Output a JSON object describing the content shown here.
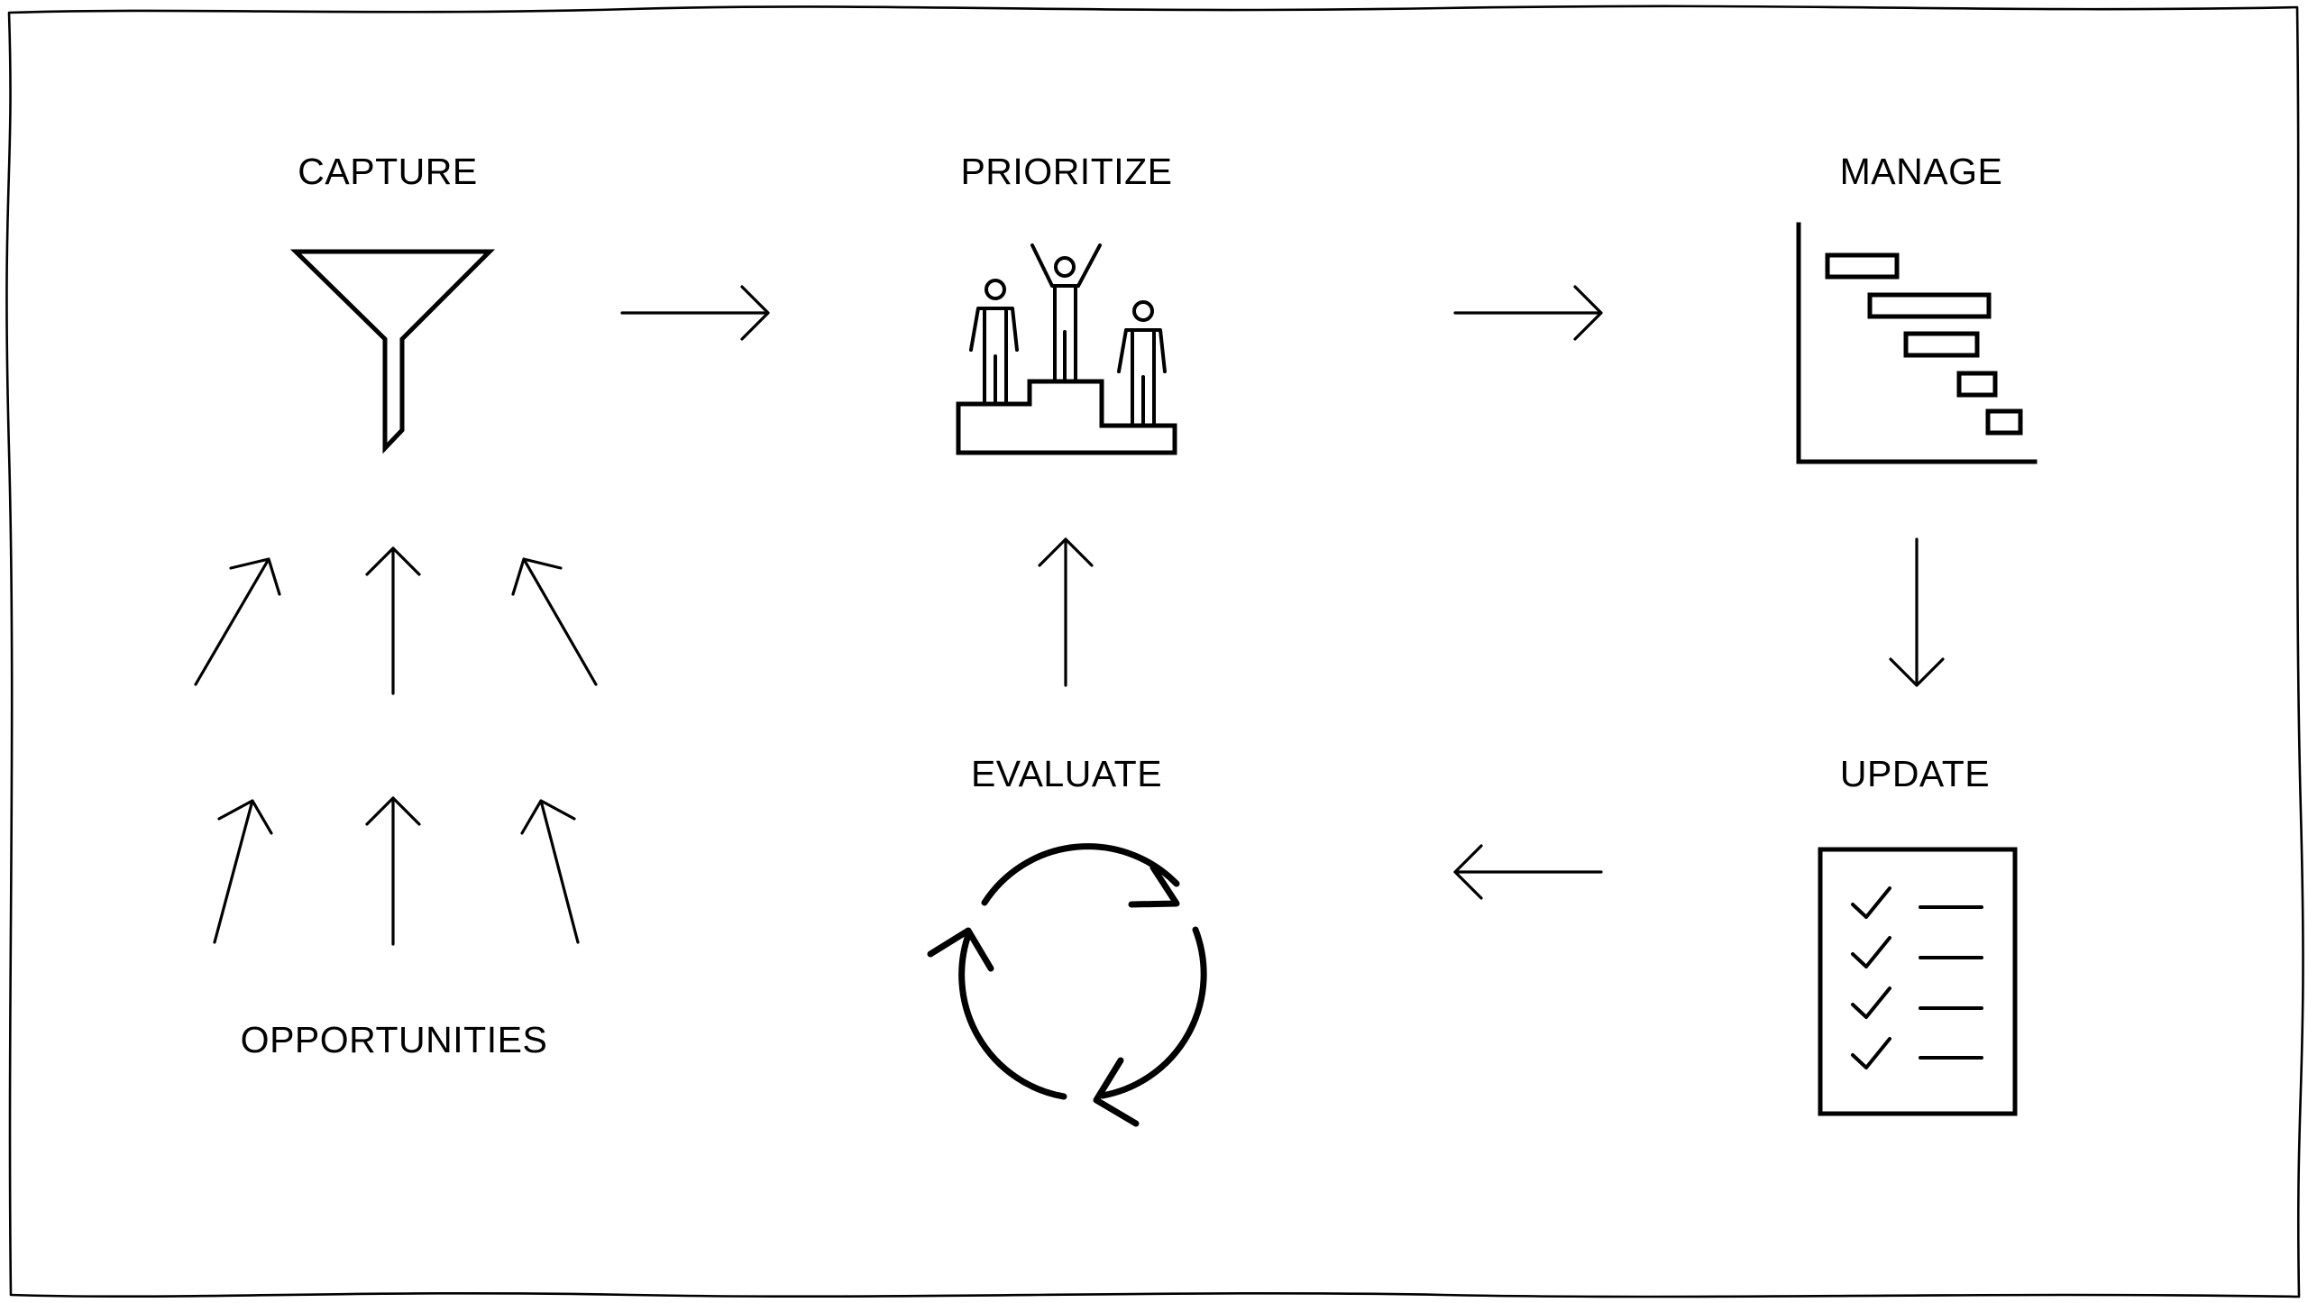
{
  "stages": {
    "capture": "CAPTURE",
    "prioritize": "PRIORITIZE",
    "manage": "MANAGE",
    "update": "UPDATE",
    "evaluate": "EVALUATE",
    "opportunities": "OPPORTUNITIES"
  },
  "icons": {
    "capture": "funnel-icon",
    "prioritize": "podium-icon",
    "manage": "gantt-chart-icon",
    "update": "checklist-icon",
    "evaluate": "cycle-arrows-icon"
  },
  "colors": {
    "background": "#ffffff",
    "ink": "#000000"
  }
}
